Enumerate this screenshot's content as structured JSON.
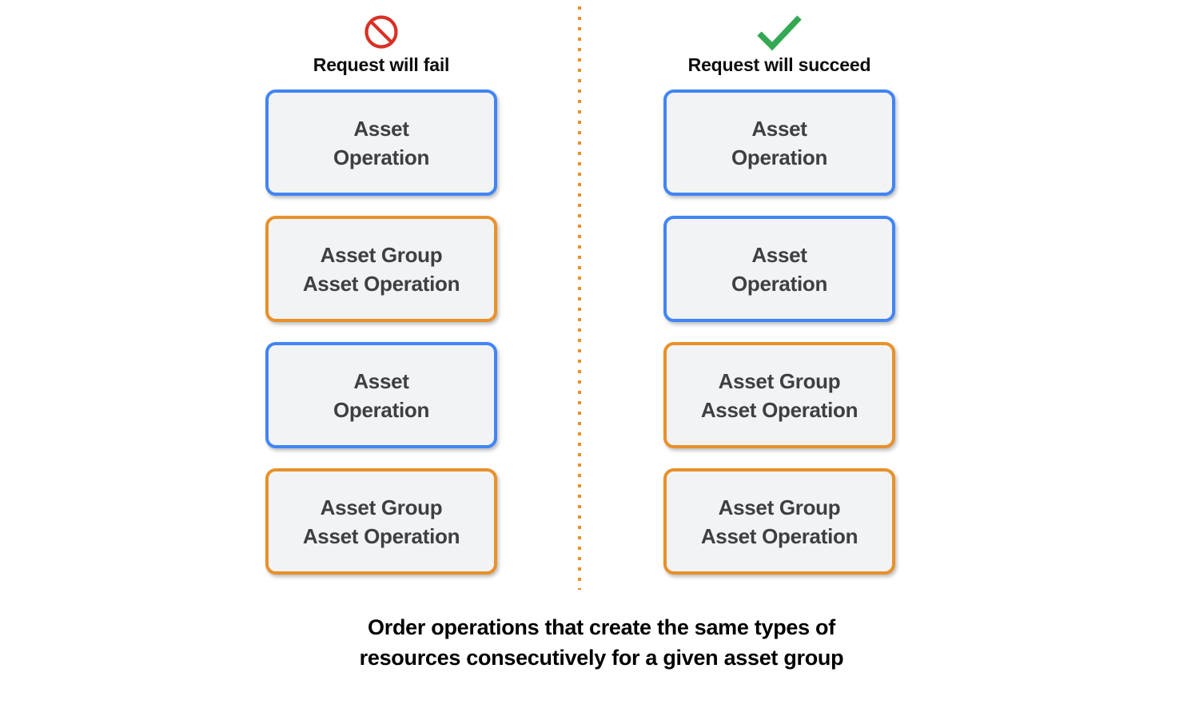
{
  "background_color": "#ffffff",
  "divider": {
    "name": "vertical-dotted-divider",
    "color": "#e8912b",
    "style": "dotted"
  },
  "colors": {
    "accent_blue": "#4285f4",
    "accent_orange": "#e8912b",
    "card_fill": "#f1f3f4",
    "card_text": "#3c4043",
    "header_text": "#0d0d0d",
    "caption_text": "#000000",
    "fail_icon": "#d93025",
    "succeed_icon": "#34a853"
  },
  "columns": [
    {
      "id": "fail",
      "icon": "prohibited-icon",
      "icon_color": "#d93025",
      "header": "Request will fail",
      "cards": [
        {
          "text": "Asset\nOperation",
          "accent": "blue"
        },
        {
          "text": "Asset Group\nAsset Operation",
          "accent": "orange"
        },
        {
          "text": "Asset\nOperation",
          "accent": "blue"
        },
        {
          "text": "Asset Group\nAsset Operation",
          "accent": "orange"
        }
      ]
    },
    {
      "id": "succeed",
      "icon": "checkmark-icon",
      "icon_color": "#34a853",
      "header": "Request will succeed",
      "cards": [
        {
          "text": "Asset\nOperation",
          "accent": "blue"
        },
        {
          "text": "Asset\nOperation",
          "accent": "blue"
        },
        {
          "text": "Asset Group\nAsset Operation",
          "accent": "orange"
        },
        {
          "text": "Asset Group\nAsset Operation",
          "accent": "orange"
        }
      ]
    }
  ],
  "caption": "Order operations that create the same types of\nresources consecutively for a given asset group"
}
